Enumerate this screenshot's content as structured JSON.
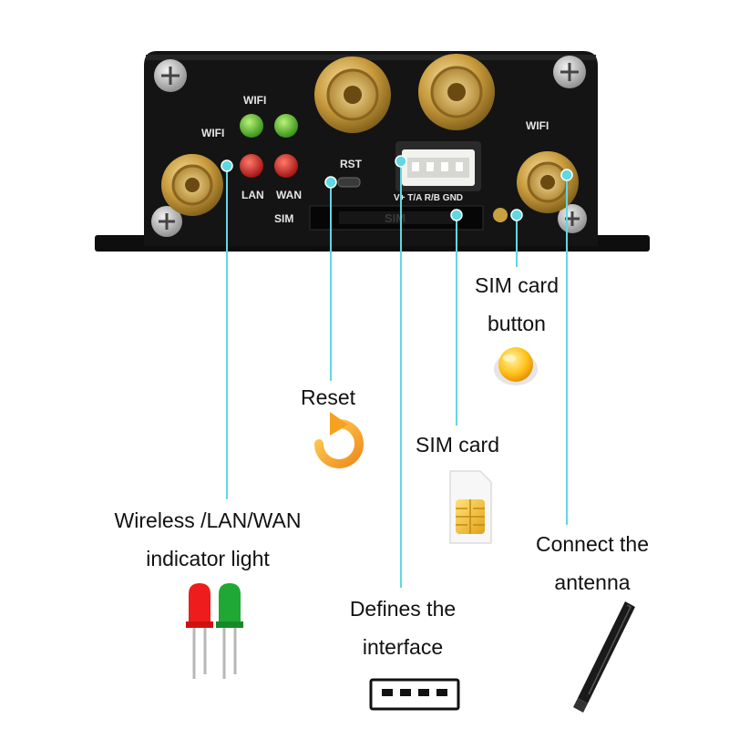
{
  "accent_line_color": "#5fd8e4",
  "device": {
    "panel_labels": {
      "wifi_top": "WIFI",
      "wifi_left": "WIFI",
      "lan": "LAN",
      "wan": "WAN",
      "rst": "RST",
      "interface_pins": "V+ T/A R/B GND",
      "sim_left": "SIM",
      "sim_slot": "SIM",
      "wifi_right": "WIFI"
    }
  },
  "callouts": {
    "indicator": {
      "line1": "Wireless /LAN/WAN",
      "line2": "indicator light",
      "icon": "red-green-led-icon"
    },
    "reset": {
      "line1": "Reset",
      "icon": "reset-arrow-icon"
    },
    "interface": {
      "line1": "Defines the",
      "line2": "interface",
      "icon": "connector-icon"
    },
    "sim_card": {
      "line1": "SIM card",
      "icon": "sim-card-icon"
    },
    "sim_button": {
      "line1": "SIM card",
      "line2": "button",
      "icon": "yellow-button-icon"
    },
    "antenna": {
      "line1": "Connect the",
      "line2": "antenna",
      "icon": "antenna-icon"
    }
  }
}
